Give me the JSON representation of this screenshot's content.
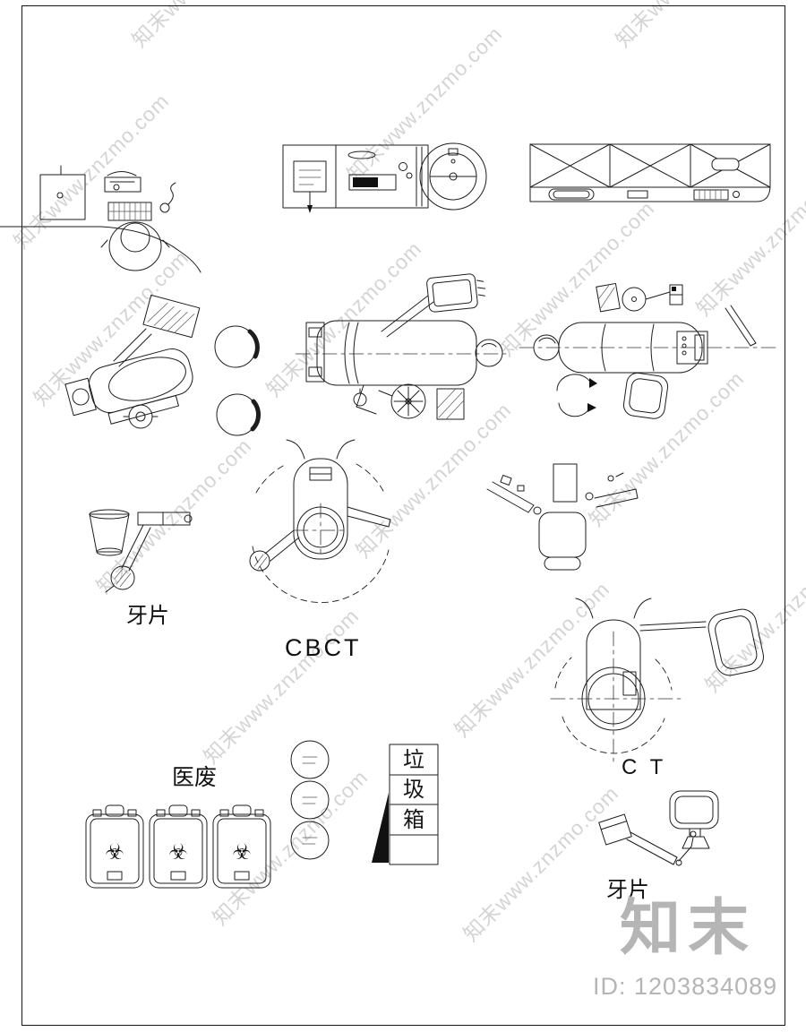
{
  "theme": {
    "wm": "#c3c3c3",
    "brand": "#b5b5b5",
    "line": "#1d1d1d",
    "paper": "#ffffff"
  },
  "labels": {
    "xray_left": "牙片",
    "cbct": "CBCT",
    "ct": "C T",
    "medical_waste": "医废",
    "xray_right": "牙片",
    "trash": {
      "c1": "垃",
      "c2": "圾",
      "c3": "箱"
    }
  },
  "watermark": {
    "text": "知末www.znzmo.com",
    "color": "#c3c3c3"
  },
  "brand": {
    "logo": "知末",
    "id_line": "ID: 1203834089",
    "color": "#b5b5b5"
  },
  "icons": {
    "biohazard": "☣"
  }
}
